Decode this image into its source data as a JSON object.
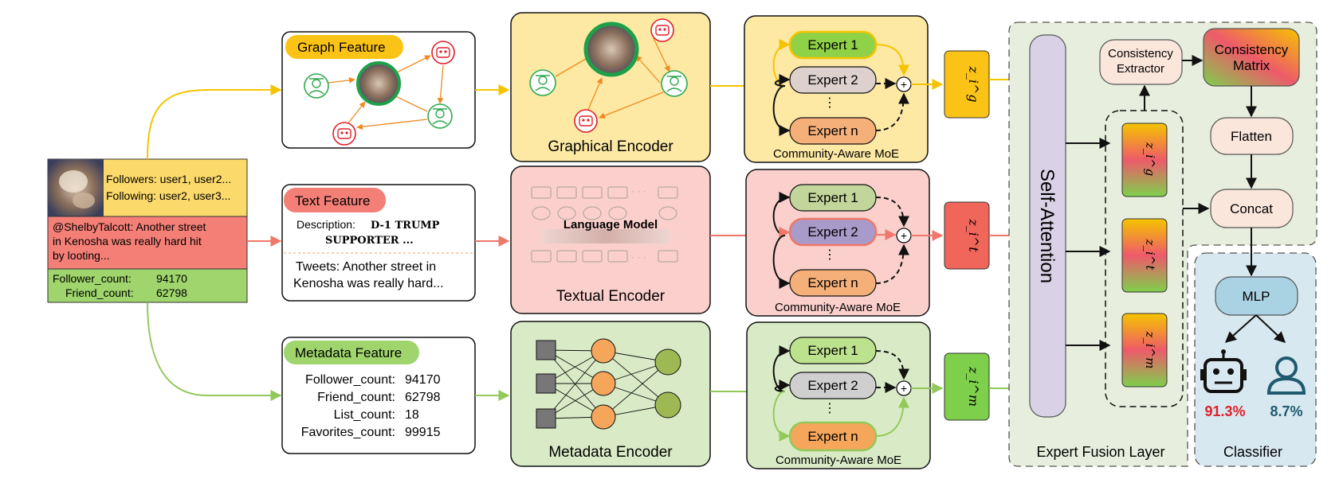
{
  "profile": {
    "followers": "Followers: user1, user2...",
    "following": "Following: user2, user3...",
    "tweet_line1": "@ShelbyTalcott: Another street",
    "tweet_line2": "in Kenosha was really hard hit",
    "tweet_line3": "by looting...",
    "follower_count_label": "Follower_count:",
    "follower_count_value": "94170",
    "friend_count_label": "Friend_count:",
    "friend_count_value": "62798"
  },
  "graph_feature": {
    "title": "Graph Feature"
  },
  "text_feature": {
    "title": "Text Feature",
    "description_label": "Description:",
    "description_value1": "D-1 TRUMP",
    "description_value2": "SUPPORTER ...",
    "tweets_line1": "Tweets: Another street in",
    "tweets_line2": "Kenosha was really hard..."
  },
  "metadata_feature": {
    "title": "Metadata Feature",
    "rows": [
      {
        "label": "Follower_count:",
        "value": "94170"
      },
      {
        "label": "Friend_count:",
        "value": "62798"
      },
      {
        "label": "List_count:",
        "value": "18"
      },
      {
        "label": "Favorites_count:",
        "value": "99915"
      }
    ]
  },
  "encoders": {
    "graphical": "Graphical Encoder",
    "language_model": "Language Model",
    "textual": "Textual Encoder",
    "metadata": "Metadata Encoder"
  },
  "moe": {
    "label": "Community-Aware MoE",
    "expert1": "Expert 1",
    "expert2": "Expert 2",
    "expertn": "Expert n",
    "dots": "⋮",
    "plus": "+"
  },
  "z_labels": {
    "z_graph": "z_i^g",
    "z_text": "z_i^t",
    "z_meta": "z_i^m"
  },
  "fusion": {
    "self_attention": "Self-Attention",
    "consistency_extractor_1": "Consistency",
    "consistency_extractor_2": "Extractor",
    "consistency_matrix_1": "Consistency",
    "consistency_matrix_2": "Matrix",
    "flatten": "Flatten",
    "concat": "Concat",
    "layer_label": "Expert Fusion Layer"
  },
  "classifier": {
    "mlp": "MLP",
    "bot_percent": "91.3%",
    "human_percent": "8.7%",
    "label": "Classifier"
  },
  "colors": {
    "graph_yellow": "#f5c400",
    "text_red": "#f0786a",
    "meta_green": "#92c95a",
    "bot_red": "#e0202a",
    "human_teal": "#1f5a6e"
  }
}
